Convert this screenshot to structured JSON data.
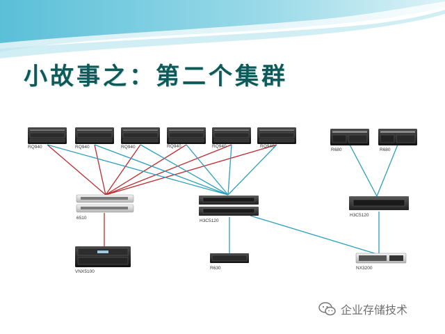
{
  "title": "小故事之：第二个集群",
  "nodes": {
    "servers": [
      "RQ940",
      "RQ940",
      "RQ940",
      "RQ940",
      "RQ940",
      "RQ940"
    ],
    "r680": [
      "R680",
      "R680"
    ],
    "fc_switch": "6510",
    "storage": "VNX5100",
    "switch_main": "H3C5120",
    "switch_right": "H3C5120",
    "r630": "R630",
    "nas": "NX3200"
  },
  "watermark": "企业存储技术",
  "colors": {
    "red_link": "#c0282c",
    "blue_link": "#2a9fbf",
    "title": "#0e5a5a"
  }
}
